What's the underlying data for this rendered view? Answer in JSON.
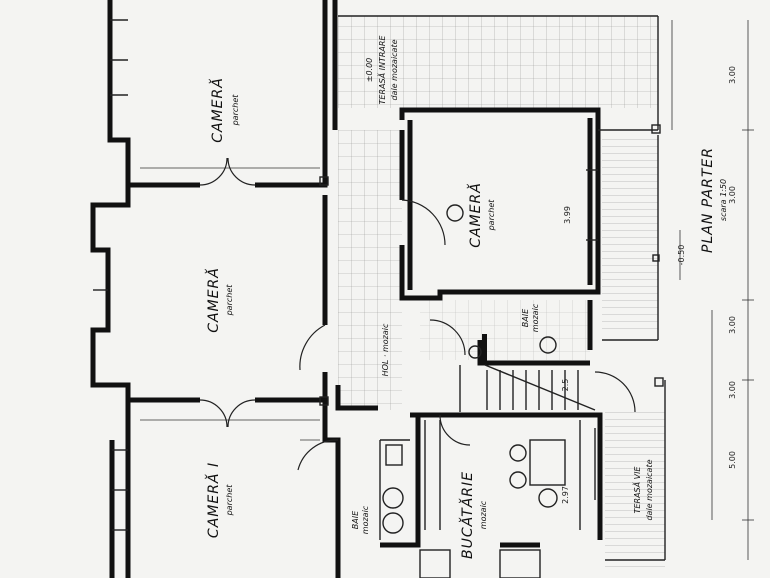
{
  "rooms": {
    "camera_top": {
      "name": "CAMERĂ",
      "sub": "parchet"
    },
    "camera_center": {
      "name": "CAMERĂ",
      "sub": "parchet"
    },
    "camera_bottom": {
      "name": "CAMERĂ I",
      "sub": "parchet"
    },
    "camera_right": {
      "name": "CAMERĂ",
      "sub": "parchet"
    },
    "terasa_top": {
      "name": "TERASĂ INTRARE",
      "sub": "dale mozaicate",
      "level": "±0.00"
    },
    "hol": {
      "name": "HOL · mozaic"
    },
    "baie_top": {
      "name": "BAIE",
      "sub": "mozaic"
    },
    "baie_bottom": {
      "name": "BAIE",
      "sub": "mozaic"
    },
    "bucatarie": {
      "name": "BUCĂTĂRIE",
      "sub": "mozaic"
    },
    "terasa_right": {
      "name": "TERASĂ VIE",
      "sub": "dale mozaicate"
    }
  },
  "title": {
    "main": "PLAN PARTER",
    "scale": "scara 1:50"
  },
  "dims": {
    "d1": "3.00",
    "d2": "3.00",
    "d3": "-0.50",
    "d4": "3.00",
    "d5": "3.00",
    "d6": "5.00",
    "d7": "3.99",
    "d8": "2.97",
    "d9": "2.5"
  }
}
